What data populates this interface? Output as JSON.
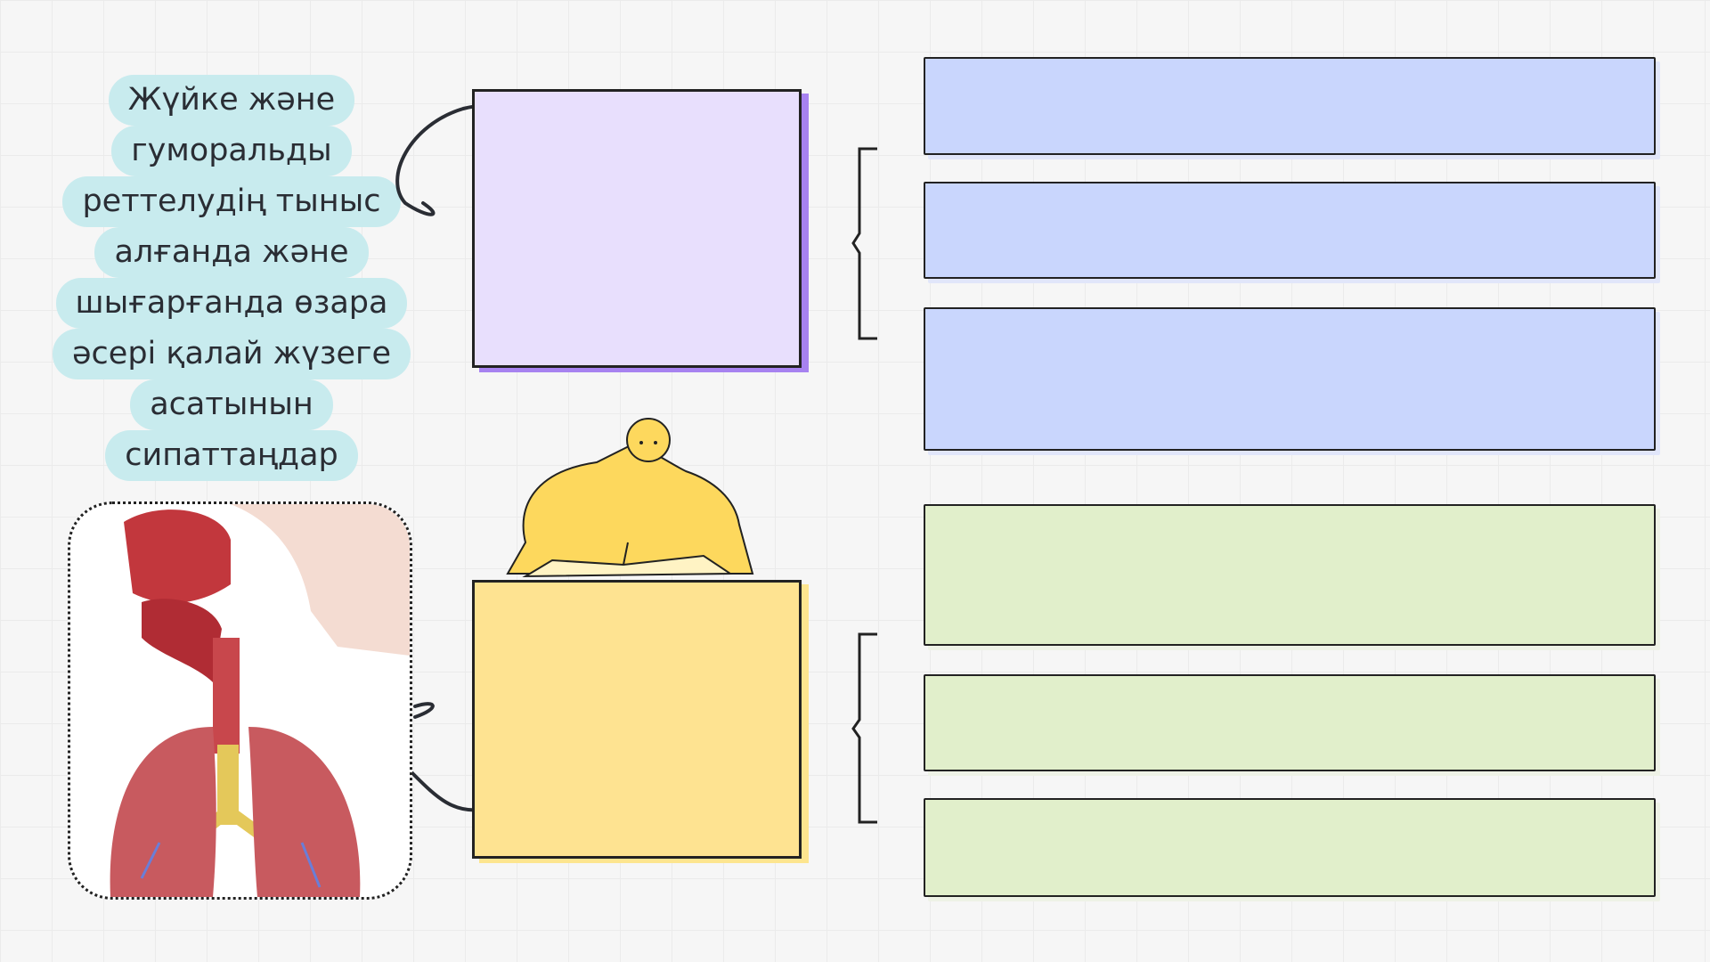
{
  "question": {
    "lines": [
      "Жүйке және",
      "гуморальды",
      "реттелудің тыныс",
      "алғанда және",
      "шығарғанда өзара",
      "әсері қалай жүзеге",
      "асатынын",
      "сипаттаңдар"
    ]
  },
  "colors": {
    "purple_box": "#e8dffd",
    "yellow_box": "#fee391",
    "blue_bar": "#c9d6fd",
    "green_bar": "#e1efcb",
    "question_bg": "#c8ebee"
  },
  "images": {
    "respiratory_system": "respiratory-system-illustration",
    "student": "student-writing-illustration"
  }
}
